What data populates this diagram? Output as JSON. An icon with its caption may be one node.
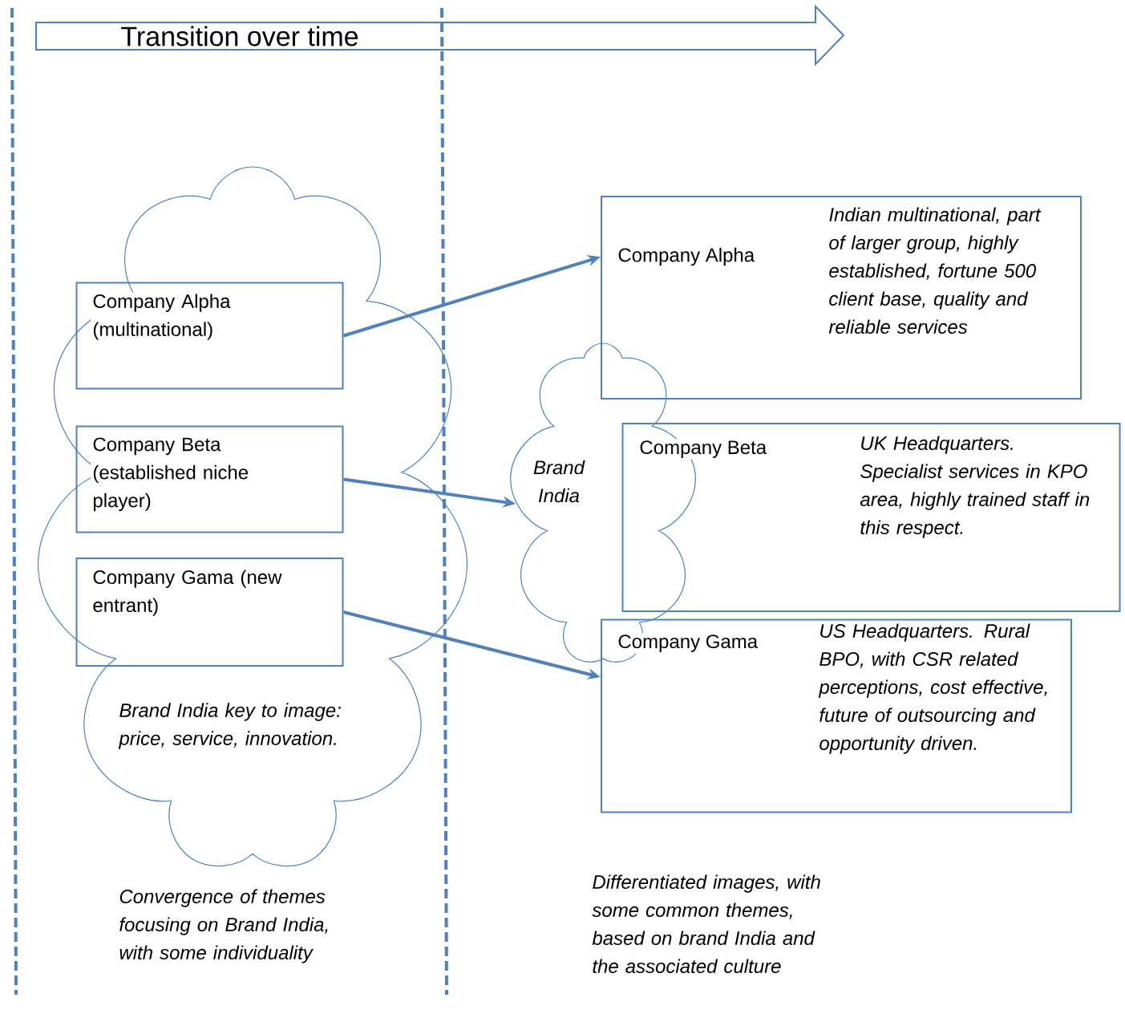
{
  "diagram": {
    "nodes": [
      {
        "text": [
          "Brand India key to image: price, service, innovation."
        ]
      },
      {
        "text": [
          "Company Alpha (multinational)"
        ],
        "in": 0
      },
      {
        "text": [
          "Company Beta (established niche player)"
        ],
        "in": 0
      },
      {
        "text": [
          "Company Gama (new entrant)"
        ],
        "in": 0
      },
      {
        "text": [
          "Brand India"
        ]
      },
      {
        "text": [
          "Company Alpha",
          "Indian multinational, part of larger group, highly established, fortune 500 client base, quality and reliable services"
        ]
      },
      {
        "text": [
          "Company Beta",
          "UK Headquarters. Specialist services in KPO area, highly trained staff in this respect."
        ]
      },
      {
        "text": [
          "Company Gama",
          "US Headquarters. Rural BPO, with CSR related perceptions, cost effective, future of outsourcing and opportunity driven."
        ]
      }
    ],
    "edges": [
      {
        "from": 1,
        "to": 5,
        "arrow": "to"
      },
      {
        "from": 2,
        "to": 4,
        "arrow": "to"
      },
      {
        "from": 3,
        "to": 7,
        "arrow": "to"
      }
    ],
    "labels": [
      "Transition over time",
      "Convergence of themes focusing on Brand India, with some individuality",
      "Differentiated images, with some common themes, based on brand India and the associated culture"
    ]
  }
}
